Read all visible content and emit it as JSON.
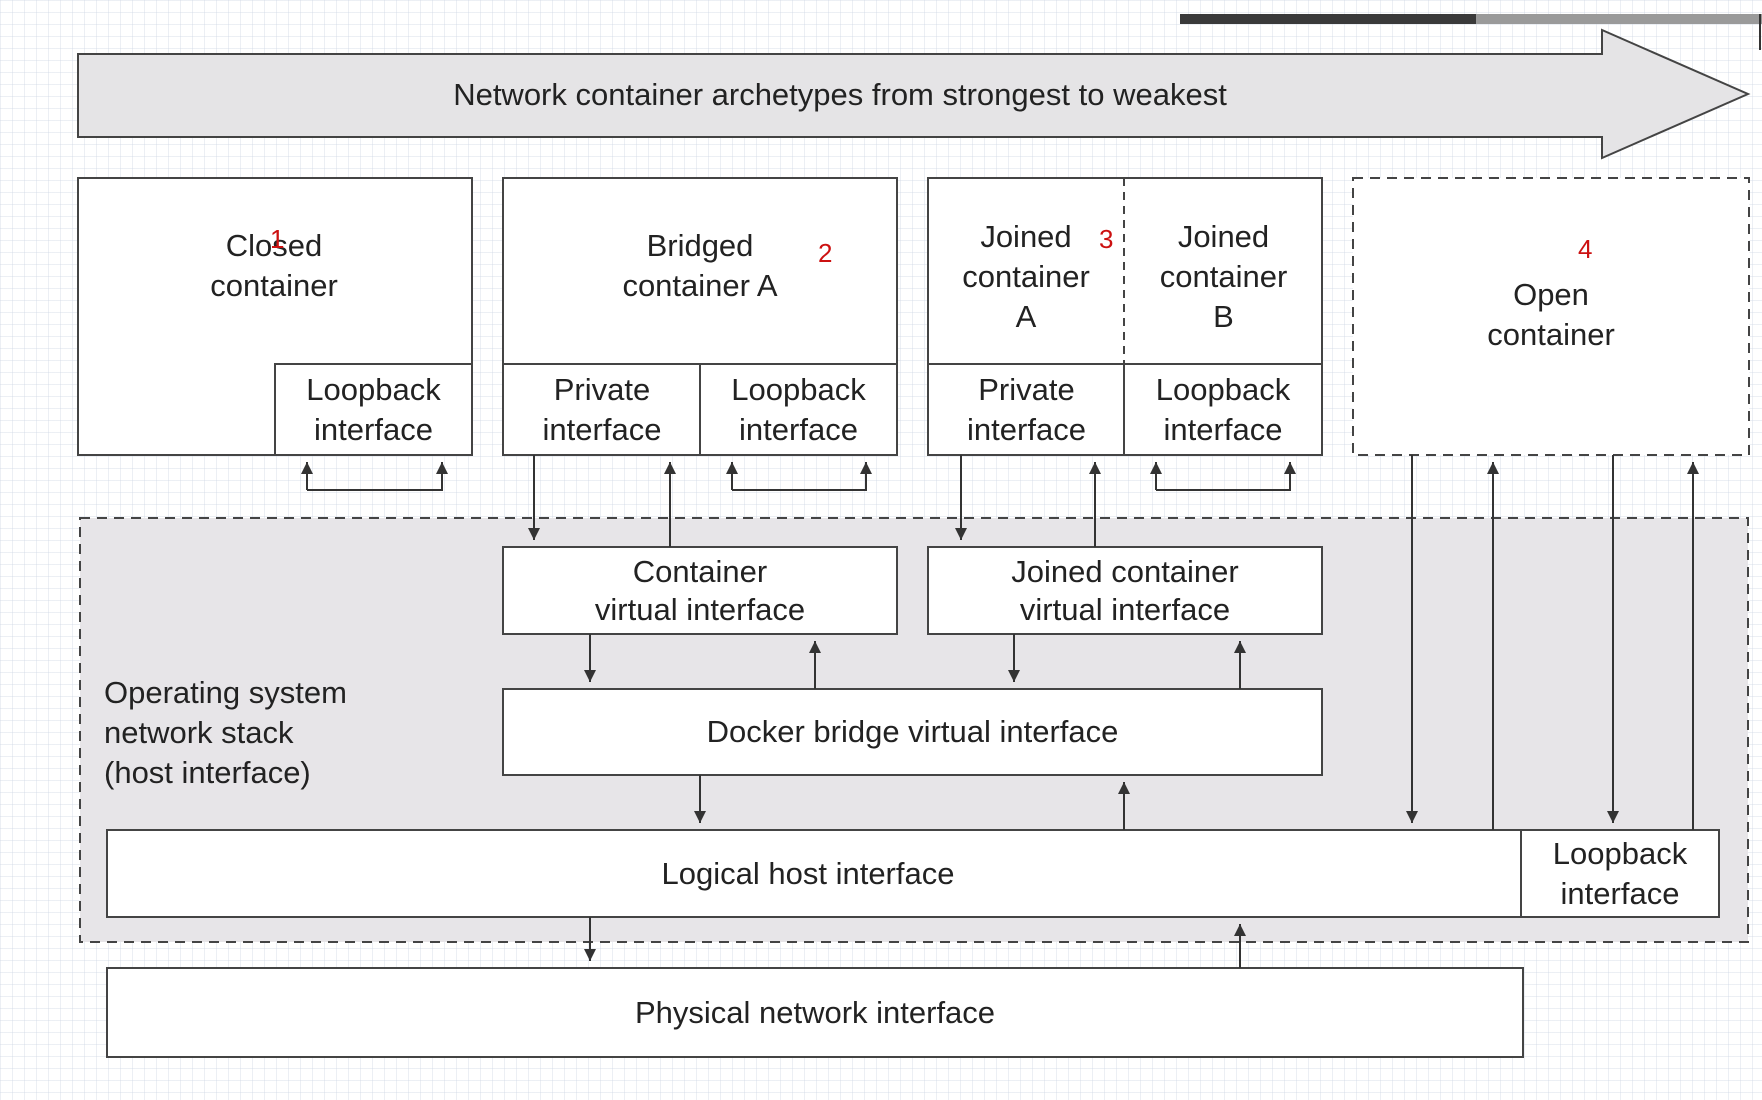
{
  "banner": {
    "title": "Network container archetypes from strongest to weakest"
  },
  "markers": [
    "1",
    "2",
    "3",
    "4"
  ],
  "containers": {
    "closed": {
      "title": "Closed\ncontainer",
      "loopback": "Loopback\ninterface"
    },
    "bridged": {
      "title": "Bridged\ncontainer A",
      "private": "Private\ninterface",
      "loopback": "Loopback\ninterface"
    },
    "joined": {
      "title_a": "Joined\ncontainer\nA",
      "title_b": "Joined\ncontainer\nB",
      "private": "Private\ninterface",
      "loopback": "Loopback\ninterface"
    },
    "open": {
      "title": "Open\ncontainer"
    }
  },
  "host": {
    "stack_label": "Operating system\nnetwork stack\n(host interface)",
    "container_virtual": "Container\nvirtual interface",
    "joined_virtual": "Joined container\nvirtual interface",
    "docker_bridge": "Docker bridge virtual interface",
    "logical_host": "Logical host interface",
    "host_loopback": "Loopback\ninterface"
  },
  "physical": "Physical network interface"
}
